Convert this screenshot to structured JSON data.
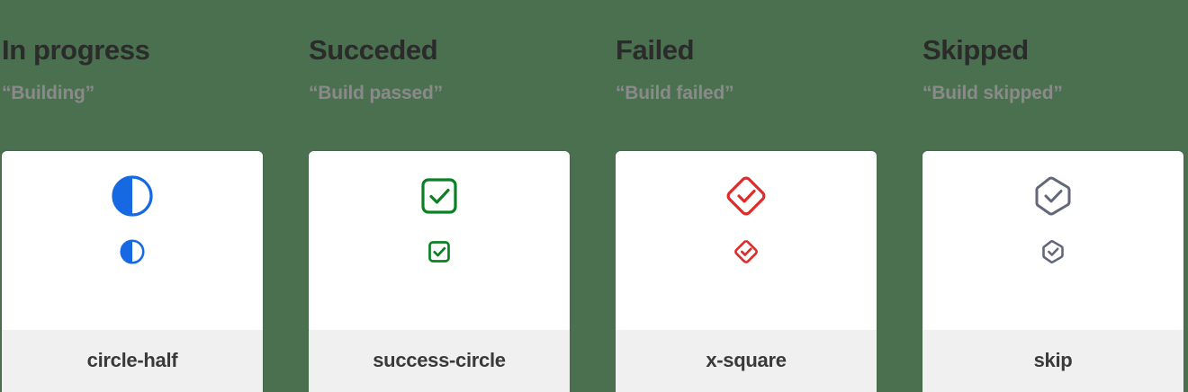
{
  "page": {
    "background_color": "#4a7050",
    "card_background": "#ffffff",
    "card_footer_background": "#f0f0f0"
  },
  "columns": [
    {
      "heading": "In progress",
      "subheading": "“Building”",
      "icon_name": "circle-half-icon",
      "icon_label": "circle-half",
      "icon_color": "#1668e3"
    },
    {
      "heading": "Succeded",
      "subheading": "“Build passed”",
      "icon_name": "success-circle-icon",
      "icon_label": "success-circle",
      "icon_color": "#0a8024"
    },
    {
      "heading": "Failed",
      "subheading": "“Build failed”",
      "icon_name": "x-square-icon",
      "icon_label": "x-square",
      "icon_color": "#e02b2b"
    },
    {
      "heading": "Skipped",
      "subheading": "“Build skipped”",
      "icon_name": "skip-icon",
      "icon_label": "skip",
      "icon_color": "#626779"
    }
  ]
}
